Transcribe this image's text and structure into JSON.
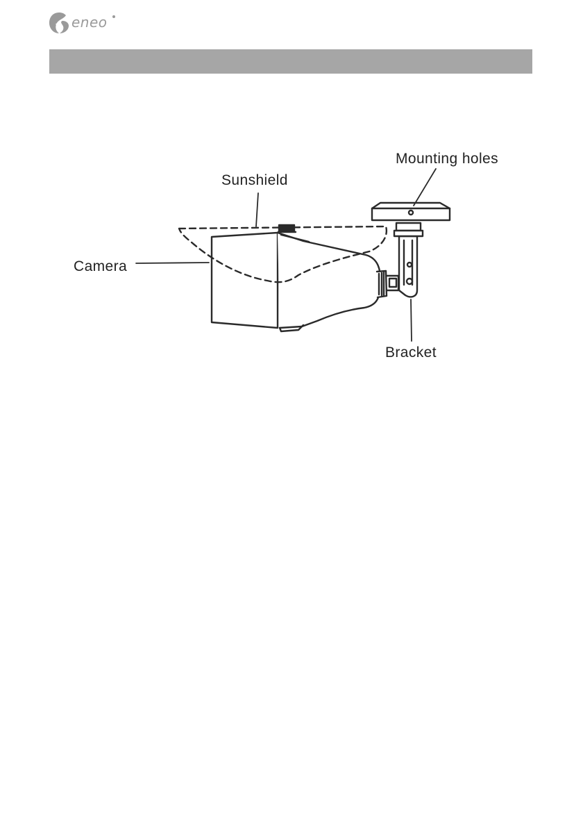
{
  "header": {
    "logo_text": "eneo"
  },
  "section": {
    "bar_color": "#a6a6a6"
  },
  "figure": {
    "labels": {
      "mounting_holes": "Mounting holes",
      "sunshield": "Sunshield",
      "camera": "Camera",
      "bracket": "Bracket"
    }
  }
}
